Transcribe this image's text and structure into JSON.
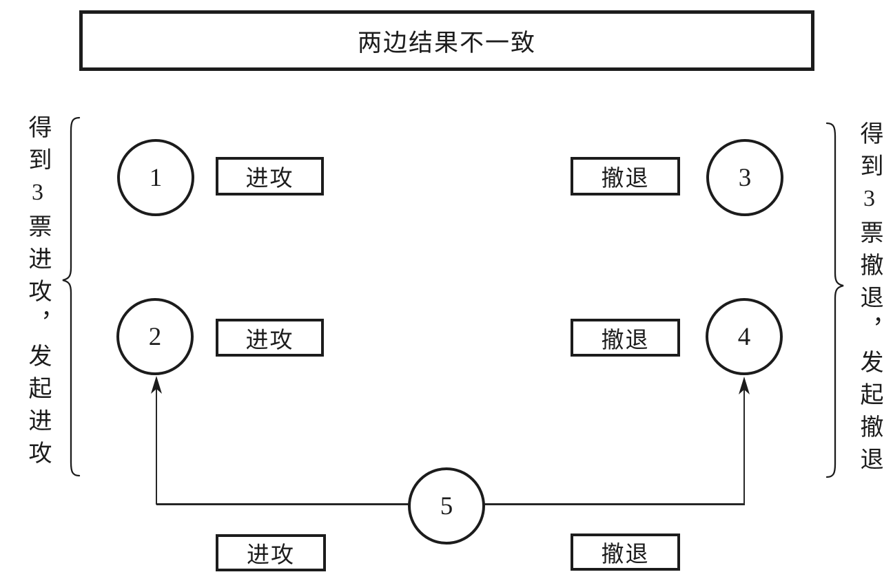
{
  "diagram": {
    "title": "两边结果不一致",
    "left_annotation": "得到3票进攻，发起进攻",
    "right_annotation": "得到3票撤退，发起撤退",
    "nodes": [
      {
        "label": "1"
      },
      {
        "label": "2"
      },
      {
        "label": "3"
      },
      {
        "label": "4"
      },
      {
        "label": "5"
      }
    ],
    "action_boxes": {
      "row1_left": "进攻",
      "row1_right": "撤退",
      "row2_left": "进攻",
      "row2_right": "撤退",
      "bottom_left": "进攻",
      "bottom_right": "撤退"
    },
    "colors": {
      "stroke": "#1c1c1c",
      "background": "#ffffff"
    }
  }
}
